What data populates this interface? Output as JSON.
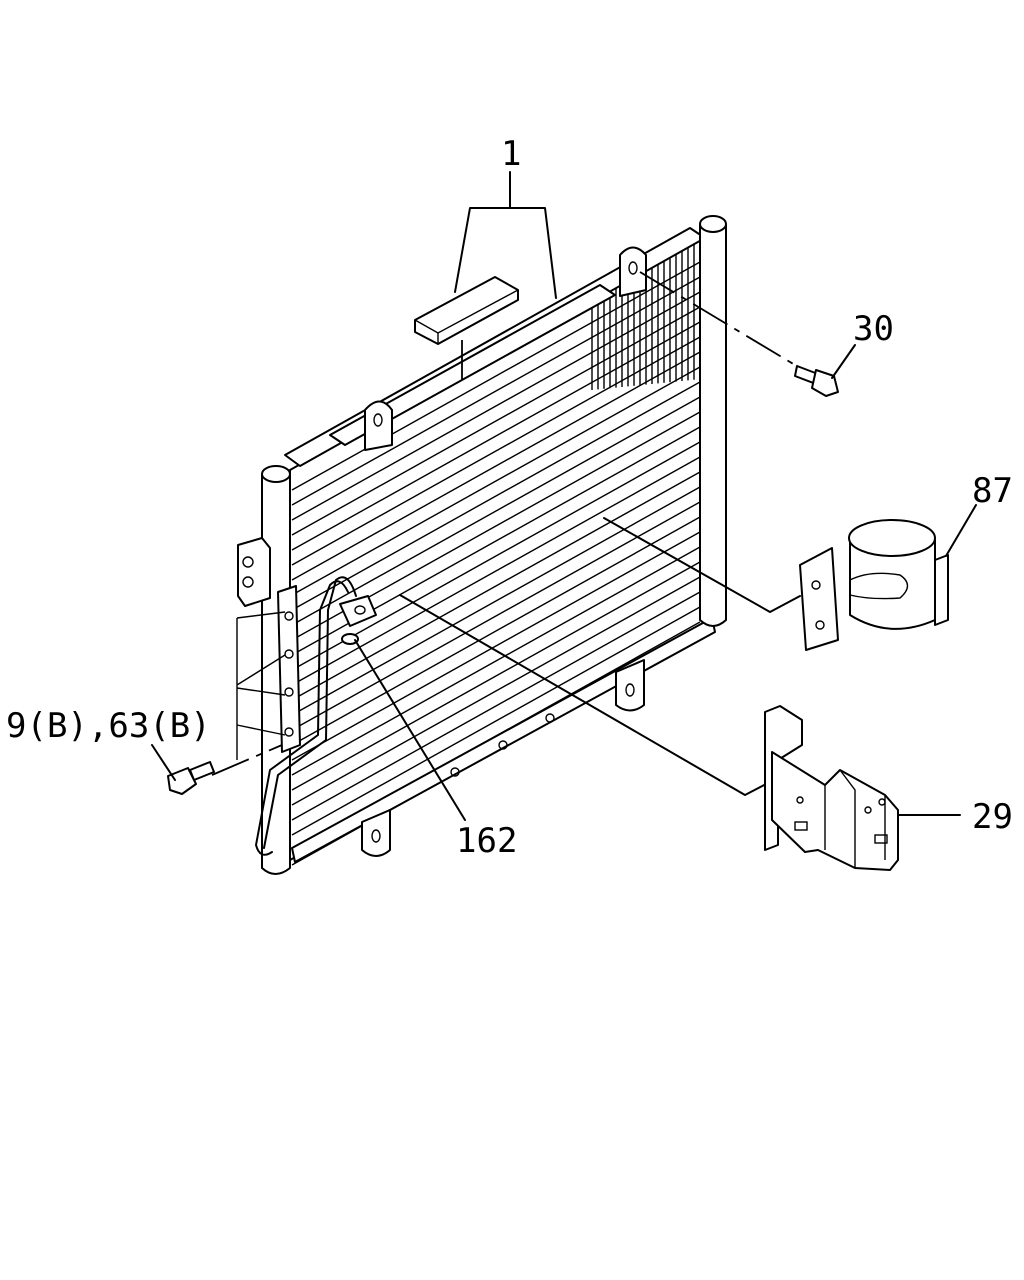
{
  "callouts": {
    "part_1": "1",
    "part_30": "30",
    "part_87": "87",
    "part_9b_63b": "9(B),63(B)",
    "part_162": "162",
    "part_29": "29"
  }
}
